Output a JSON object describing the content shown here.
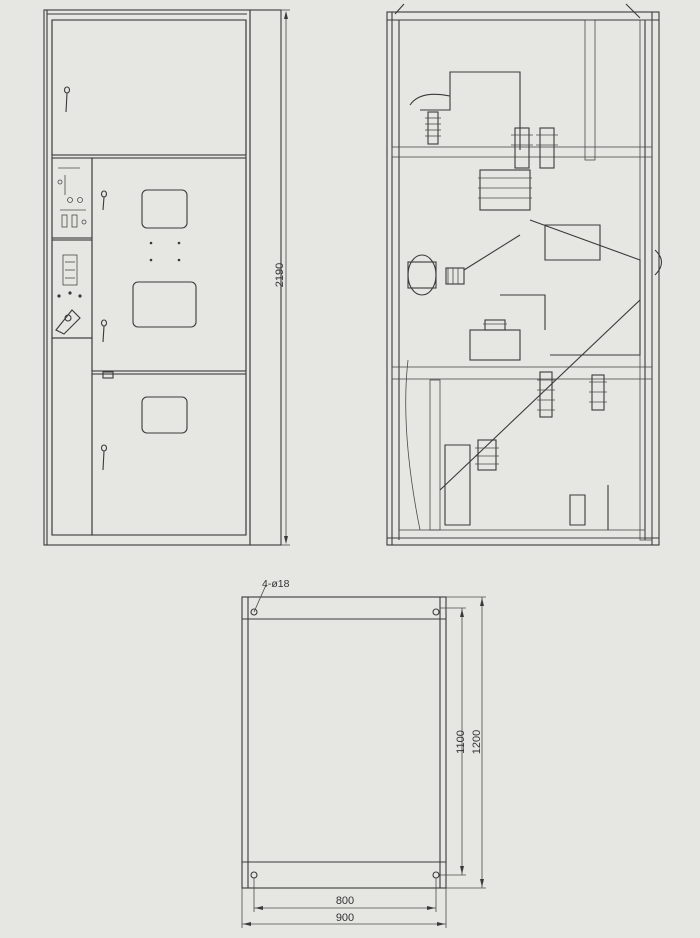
{
  "front_view": {
    "height_dimension": "2190"
  },
  "side_view": {},
  "base_plan": {
    "hole_callout": "4-ø18",
    "inner_depth": "1100",
    "outer_depth": "1200",
    "inner_width": "800",
    "outer_width": "900"
  },
  "colors": {
    "paper": "#e6e7e2",
    "ink": "#3a3a3a"
  }
}
